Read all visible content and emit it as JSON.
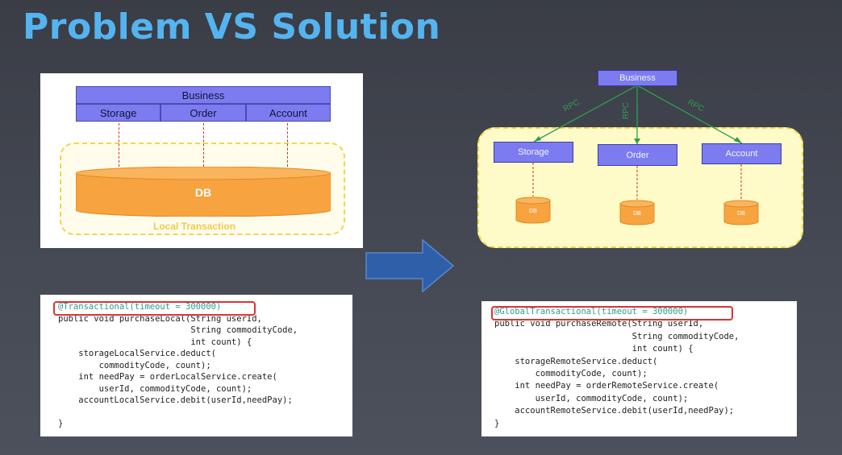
{
  "title": "Problem VS Solution",
  "left_diagram": {
    "business": "Business",
    "services": [
      "Storage",
      "Order",
      "Account"
    ],
    "db": "DB",
    "local_tx": "Local Transaction"
  },
  "right_diagram": {
    "business": "Business",
    "services": [
      "Storage",
      "Order",
      "Account"
    ],
    "db": "DB",
    "rpc": "RPC"
  },
  "code_left": {
    "annotation": "@Transactional(timeout = 300000)",
    "lines": [
      "public void purchaseLocal(String userId,",
      "                          String commodityCode,",
      "                          int count) {",
      "    storageLocalService.deduct(",
      "        commodityCode, count);",
      "    int needPay = orderLocalService.create(",
      "        userId, commodityCode, count);",
      "    accountLocalService.debit(userId,needPay);",
      "",
      "}"
    ]
  },
  "code_right": {
    "annotation": "@GlobalTransactional(timeout = 300000)",
    "lines": [
      "public void purchaseRemote(String userId,",
      "                           String commodityCode,",
      "                           int count) {",
      "    storageRemoteService.deduct(",
      "        commodityCode, count);",
      "    int needPay = orderRemoteService.create(",
      "        userId, commodityCode, count);",
      "    accountRemoteService.debit(userId,needPay);",
      "}"
    ]
  },
  "colors": {
    "title": "#54b4f0",
    "service_box": "#7c7cf0",
    "db": "#f7a340",
    "dashed_border": "#f3d54a",
    "rpc_line": "#2e9e4e",
    "arrow": "#2f5fa8",
    "annotation_box": "#dd3333"
  }
}
